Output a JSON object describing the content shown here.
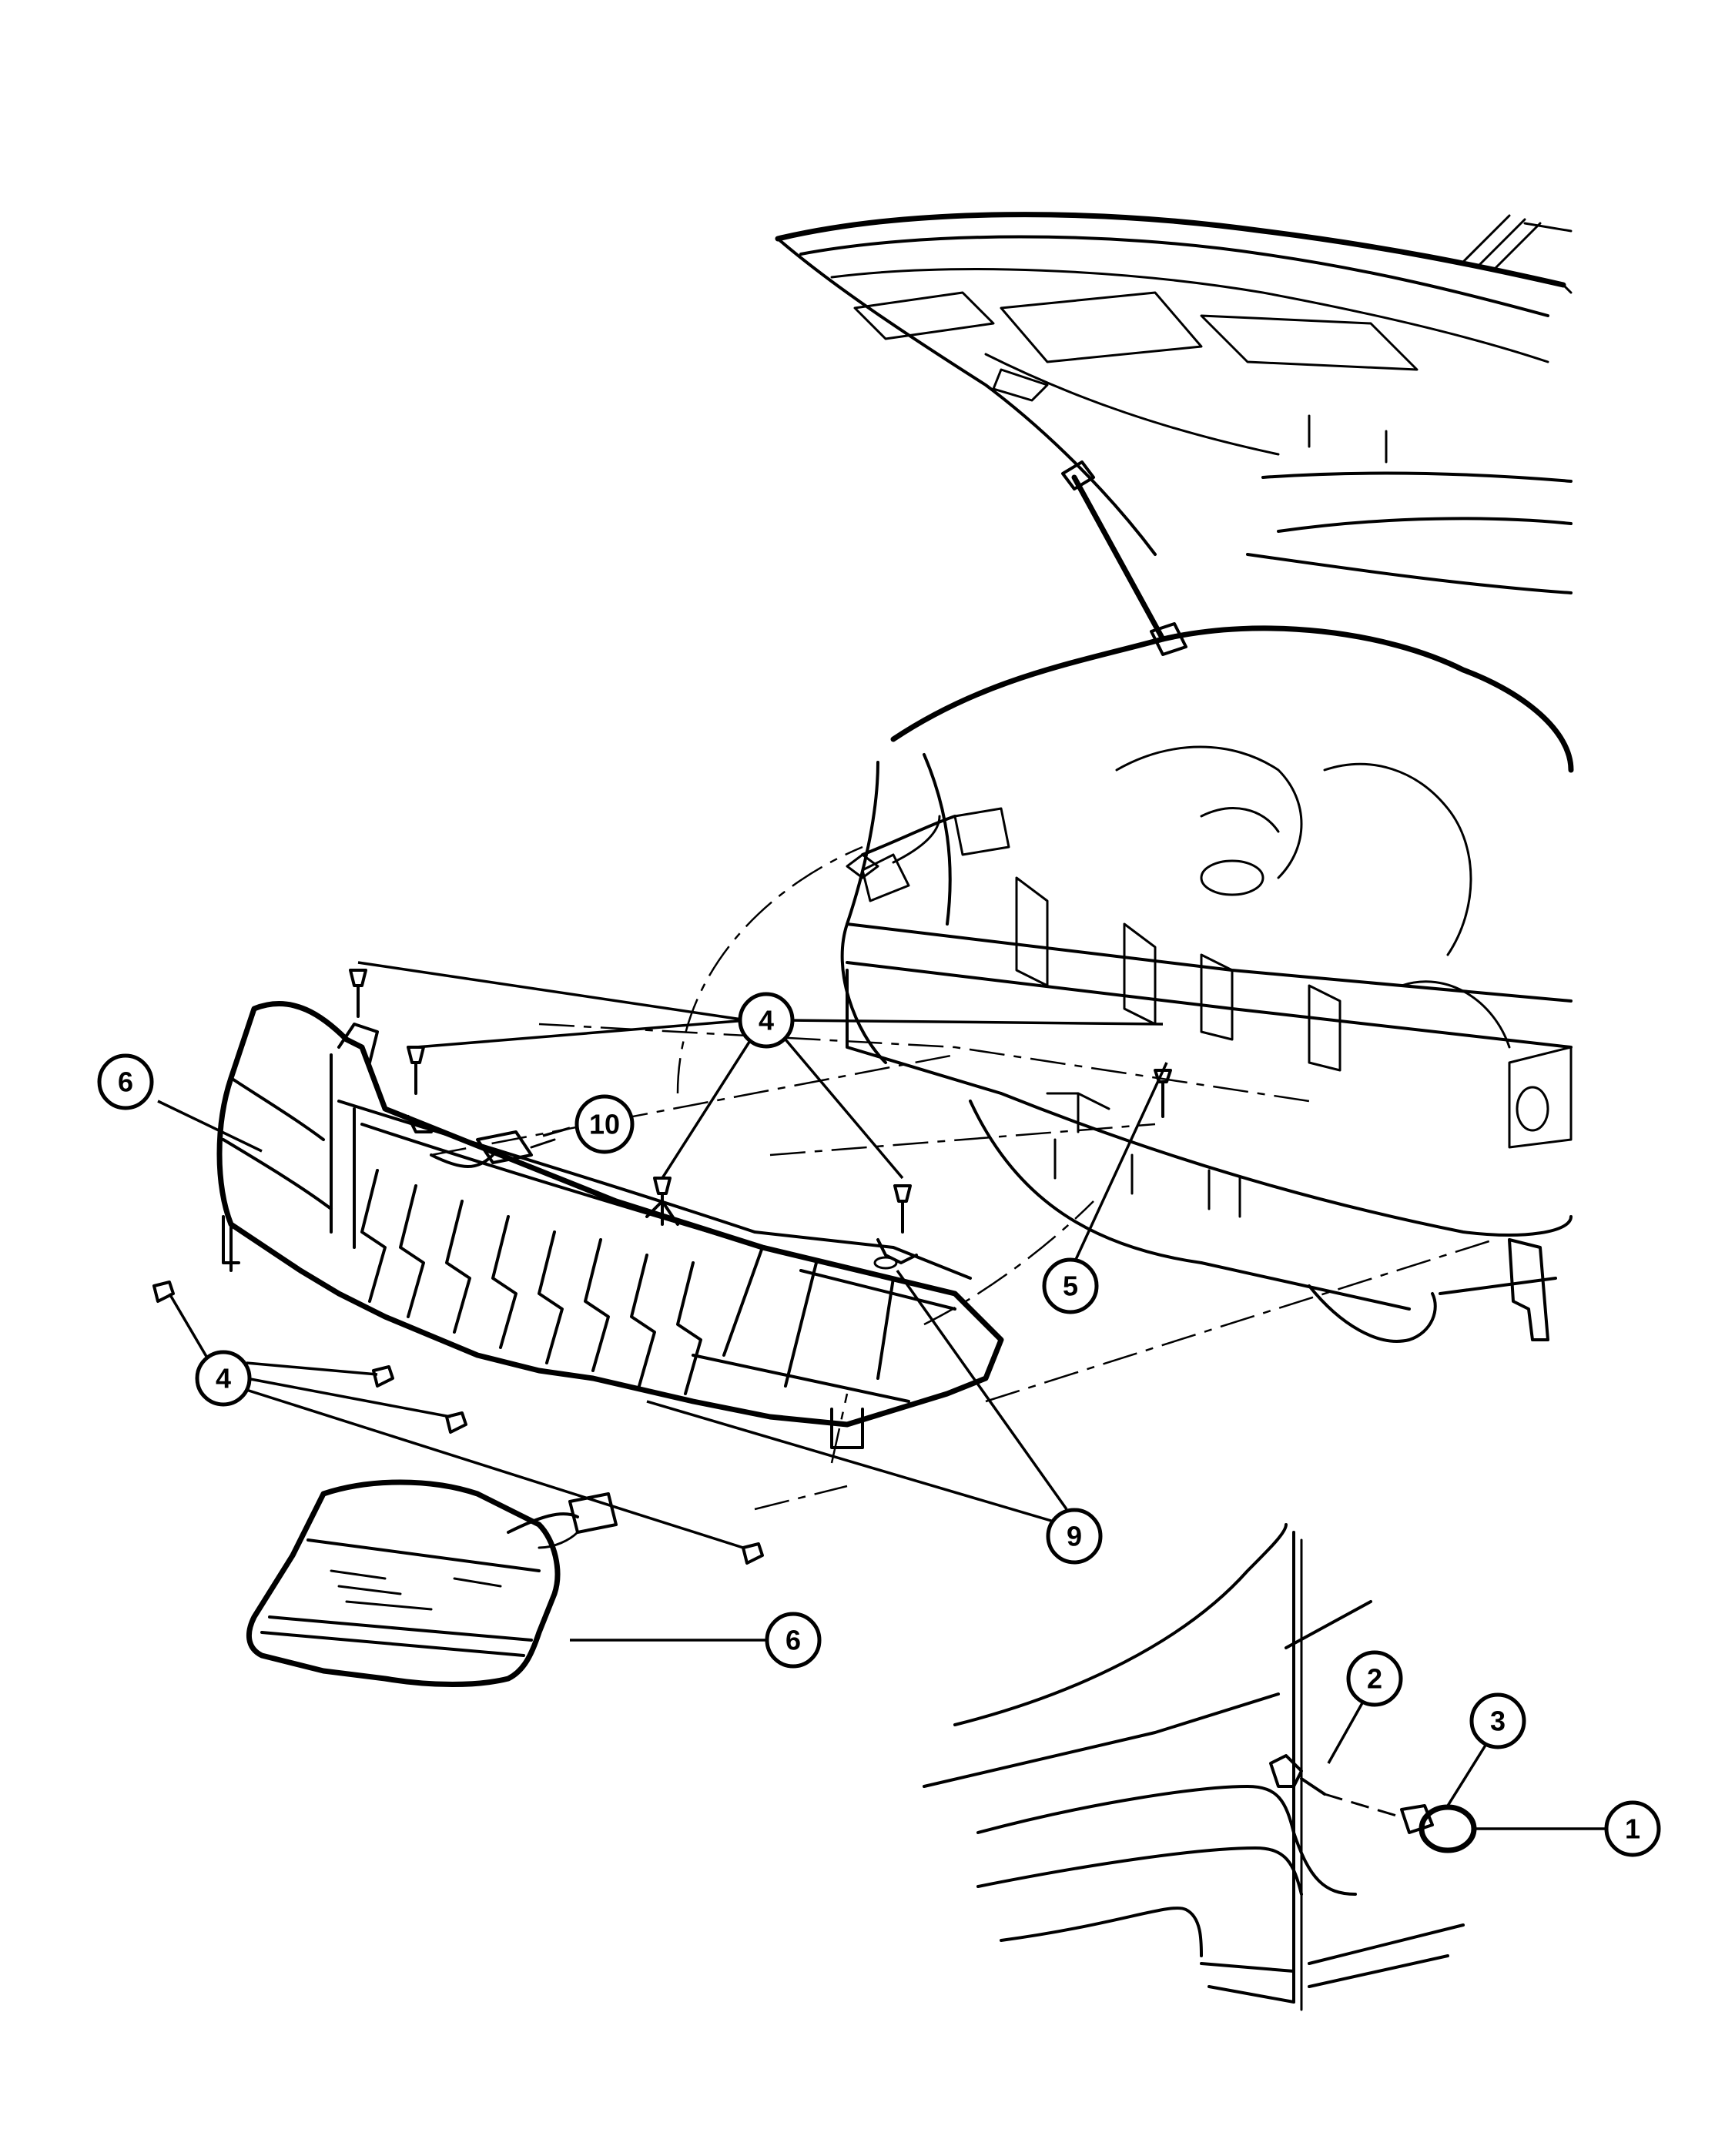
{
  "diagram": {
    "type": "exploded-parts-view",
    "callouts": [
      {
        "id": "c1",
        "label": "1"
      },
      {
        "id": "c2",
        "label": "2"
      },
      {
        "id": "c3",
        "label": "3"
      },
      {
        "id": "c4a",
        "label": "4"
      },
      {
        "id": "c4b",
        "label": "4"
      },
      {
        "id": "c5",
        "label": "5"
      },
      {
        "id": "c6a",
        "label": "6"
      },
      {
        "id": "c6b",
        "label": "6"
      },
      {
        "id": "c9",
        "label": "9"
      },
      {
        "id": "c10",
        "label": "10"
      }
    ]
  }
}
